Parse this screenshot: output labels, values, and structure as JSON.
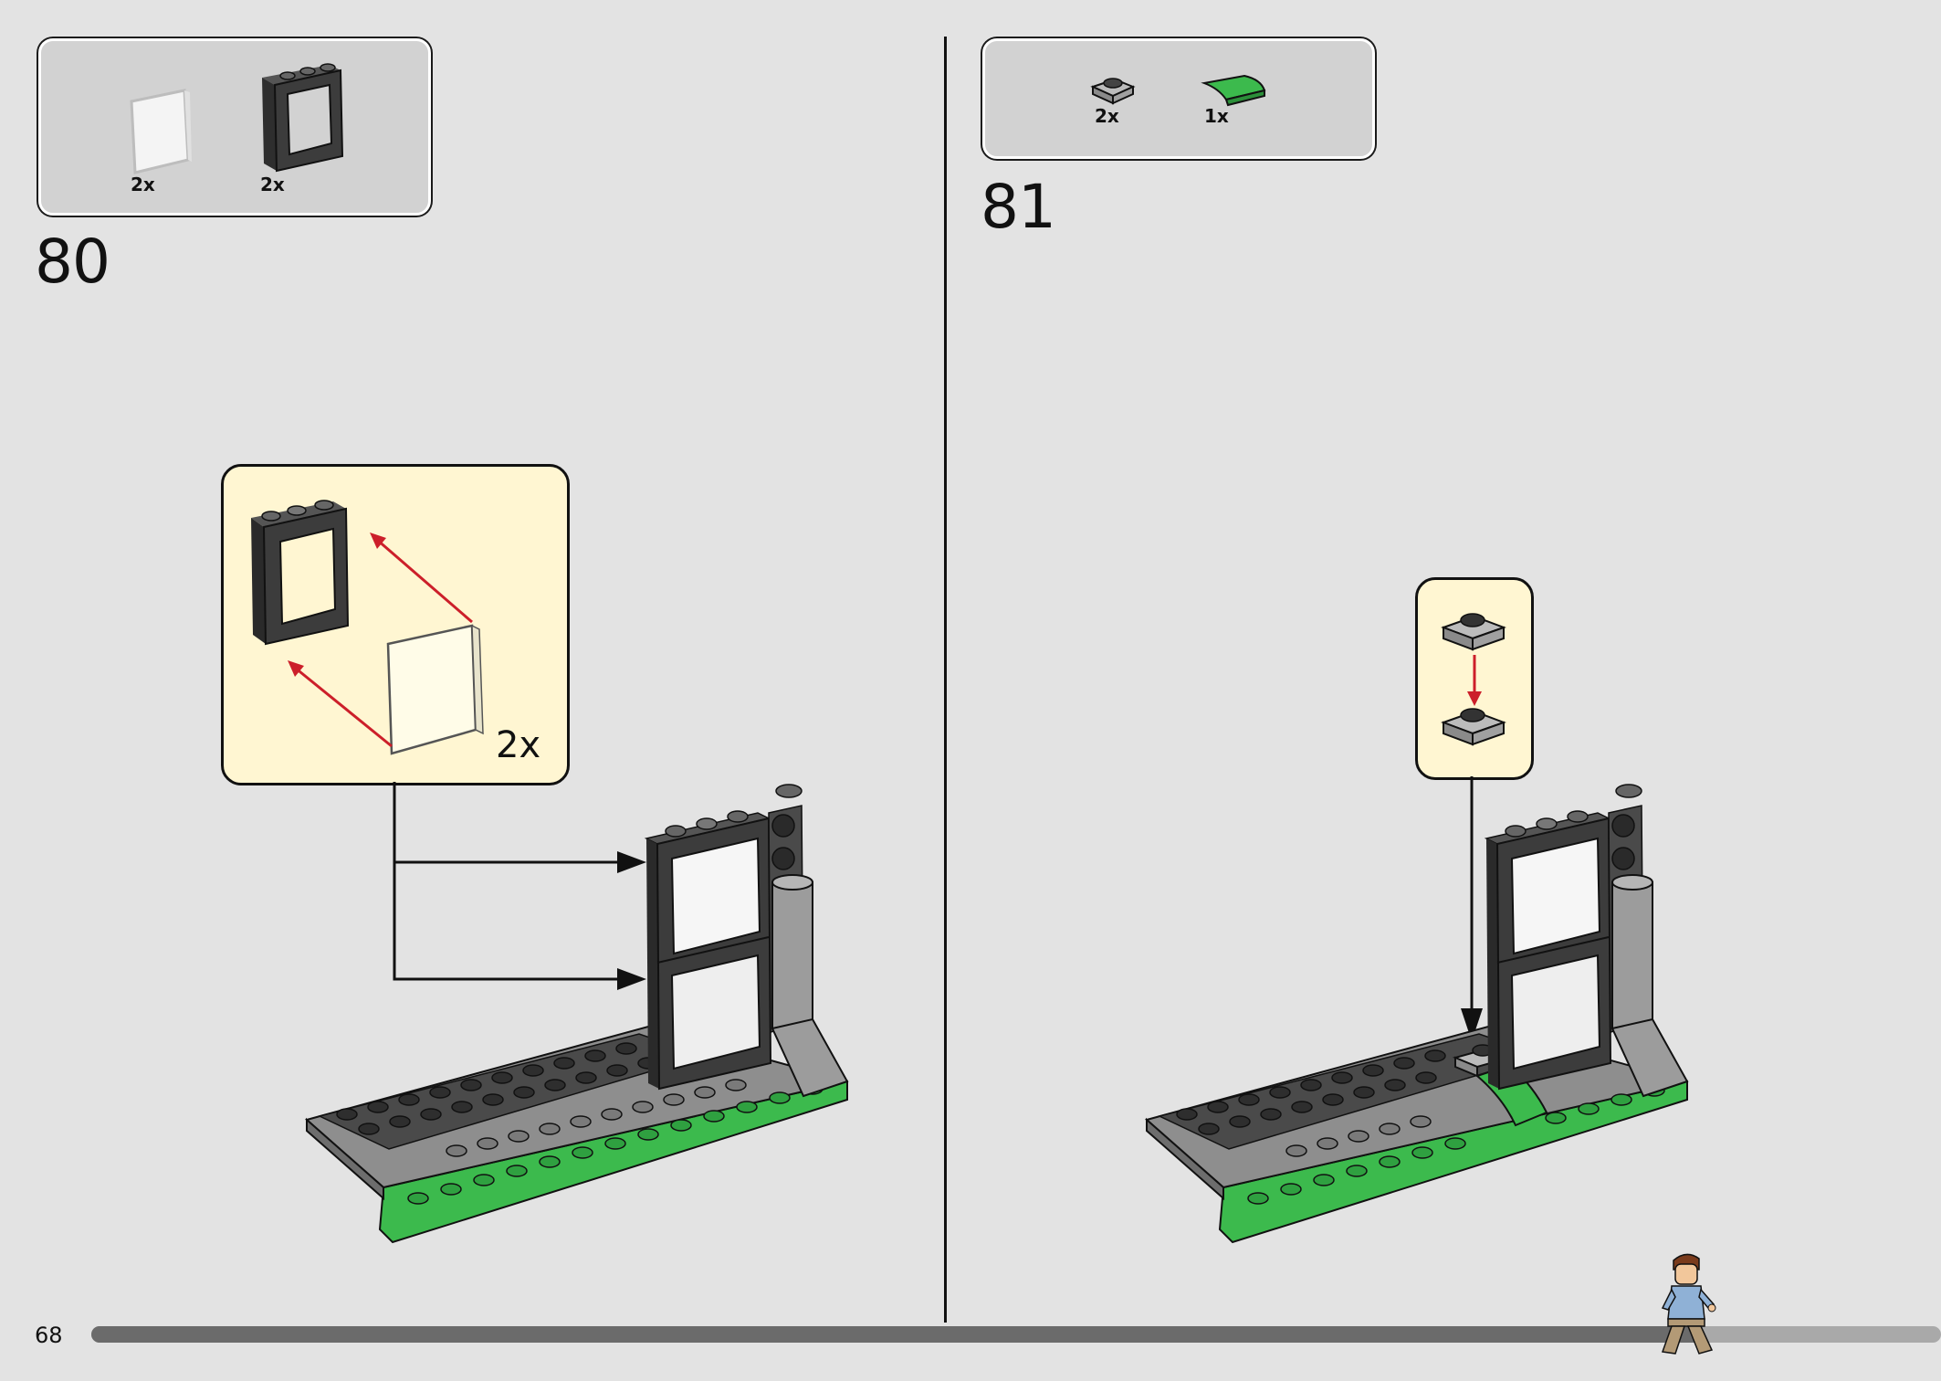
{
  "page": {
    "number": "68",
    "progress": 0.87
  },
  "colors": {
    "background": "#e3e3e3",
    "parts_box": "#d2d2d2",
    "callout": "#fff6d2",
    "arrow_red": "#cc1f2a",
    "brick_green": "#3cba4d",
    "brick_dark": "#3a3a3a",
    "brick_gray": "#9c9c9c"
  },
  "steps": [
    {
      "number": "80",
      "parts": [
        {
          "name": "transparent-glass-pane",
          "count": "2x"
        },
        {
          "name": "black-window-frame",
          "count": "2x"
        }
      ],
      "callout": {
        "multiplier": "2x"
      }
    },
    {
      "number": "81",
      "parts": [
        {
          "name": "gray-round-plate",
          "count": "2x"
        },
        {
          "name": "green-curved-tile",
          "count": "1x"
        }
      ]
    }
  ]
}
